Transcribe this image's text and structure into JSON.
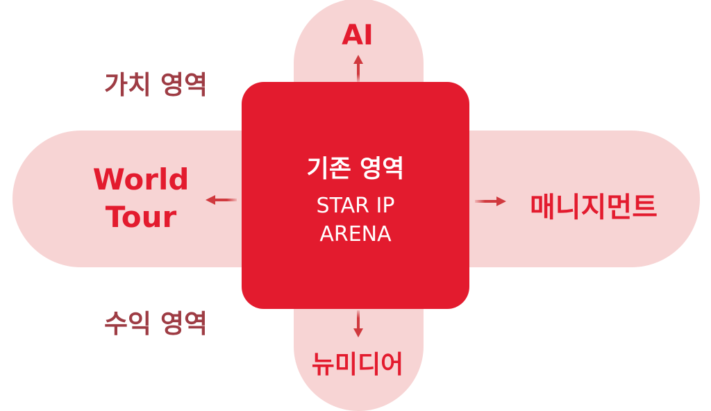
{
  "center": {
    "title": "기존 영역",
    "subtitle_line1": "STAR IP",
    "subtitle_line2": "ARENA"
  },
  "branches": {
    "top": "AI",
    "left_line1": "World",
    "left_line2": "Tour",
    "right": "매니지먼트",
    "bottom": "뉴미디어"
  },
  "zones": {
    "value": "가치 영역",
    "revenue": "수익 영역"
  },
  "colors": {
    "core": "#e31b2e",
    "pill": "#f7d4d4",
    "zone_text": "#9e3c44",
    "arrow": "#d0393e"
  }
}
